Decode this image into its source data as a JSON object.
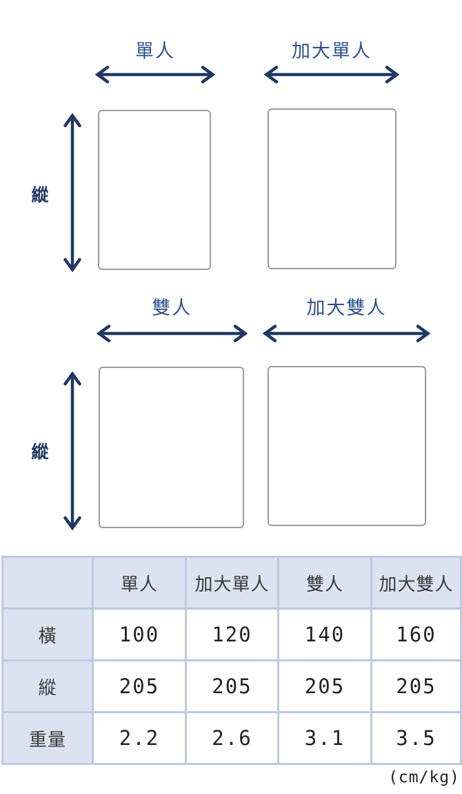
{
  "colors": {
    "arrow_navy": "#1f3864",
    "title_blue": "#2e5290",
    "rect_border_gray": "#9b9b9b",
    "table_border_blue": "#bcc9e2",
    "table_header_bg": "#dce3f0",
    "text_dark": "#3a3a3a"
  },
  "diagram": {
    "sections": [
      {
        "side_label": "縱",
        "items": [
          {
            "title": "單人"
          },
          {
            "title": "加大單人"
          }
        ]
      },
      {
        "side_label": "縱",
        "items": [
          {
            "title": "雙人"
          },
          {
            "title": "加大雙人"
          }
        ]
      }
    ]
  },
  "table": {
    "headers": [
      "",
      "單人",
      "加大單人",
      "雙人",
      "加大雙人"
    ],
    "rows": [
      {
        "label": "橫",
        "values": [
          "100",
          "120",
          "140",
          "160"
        ]
      },
      {
        "label": "縱",
        "values": [
          "205",
          "205",
          "205",
          "205"
        ]
      },
      {
        "label": "重量",
        "values": [
          "2.2",
          "2.6",
          "3.1",
          "3.5"
        ]
      }
    ],
    "unit_note": "(cm/kg)"
  },
  "chart_data": {
    "type": "table",
    "columns": [
      "單人",
      "加大單人",
      "雙人",
      "加大雙人"
    ],
    "rows": [
      {
        "label": "橫",
        "values": [
          100,
          120,
          140,
          160
        ]
      },
      {
        "label": "縱",
        "values": [
          205,
          205,
          205,
          205
        ]
      },
      {
        "label": "重量",
        "values": [
          2.2,
          2.6,
          3.1,
          3.5
        ]
      }
    ],
    "units": "cm/kg"
  }
}
